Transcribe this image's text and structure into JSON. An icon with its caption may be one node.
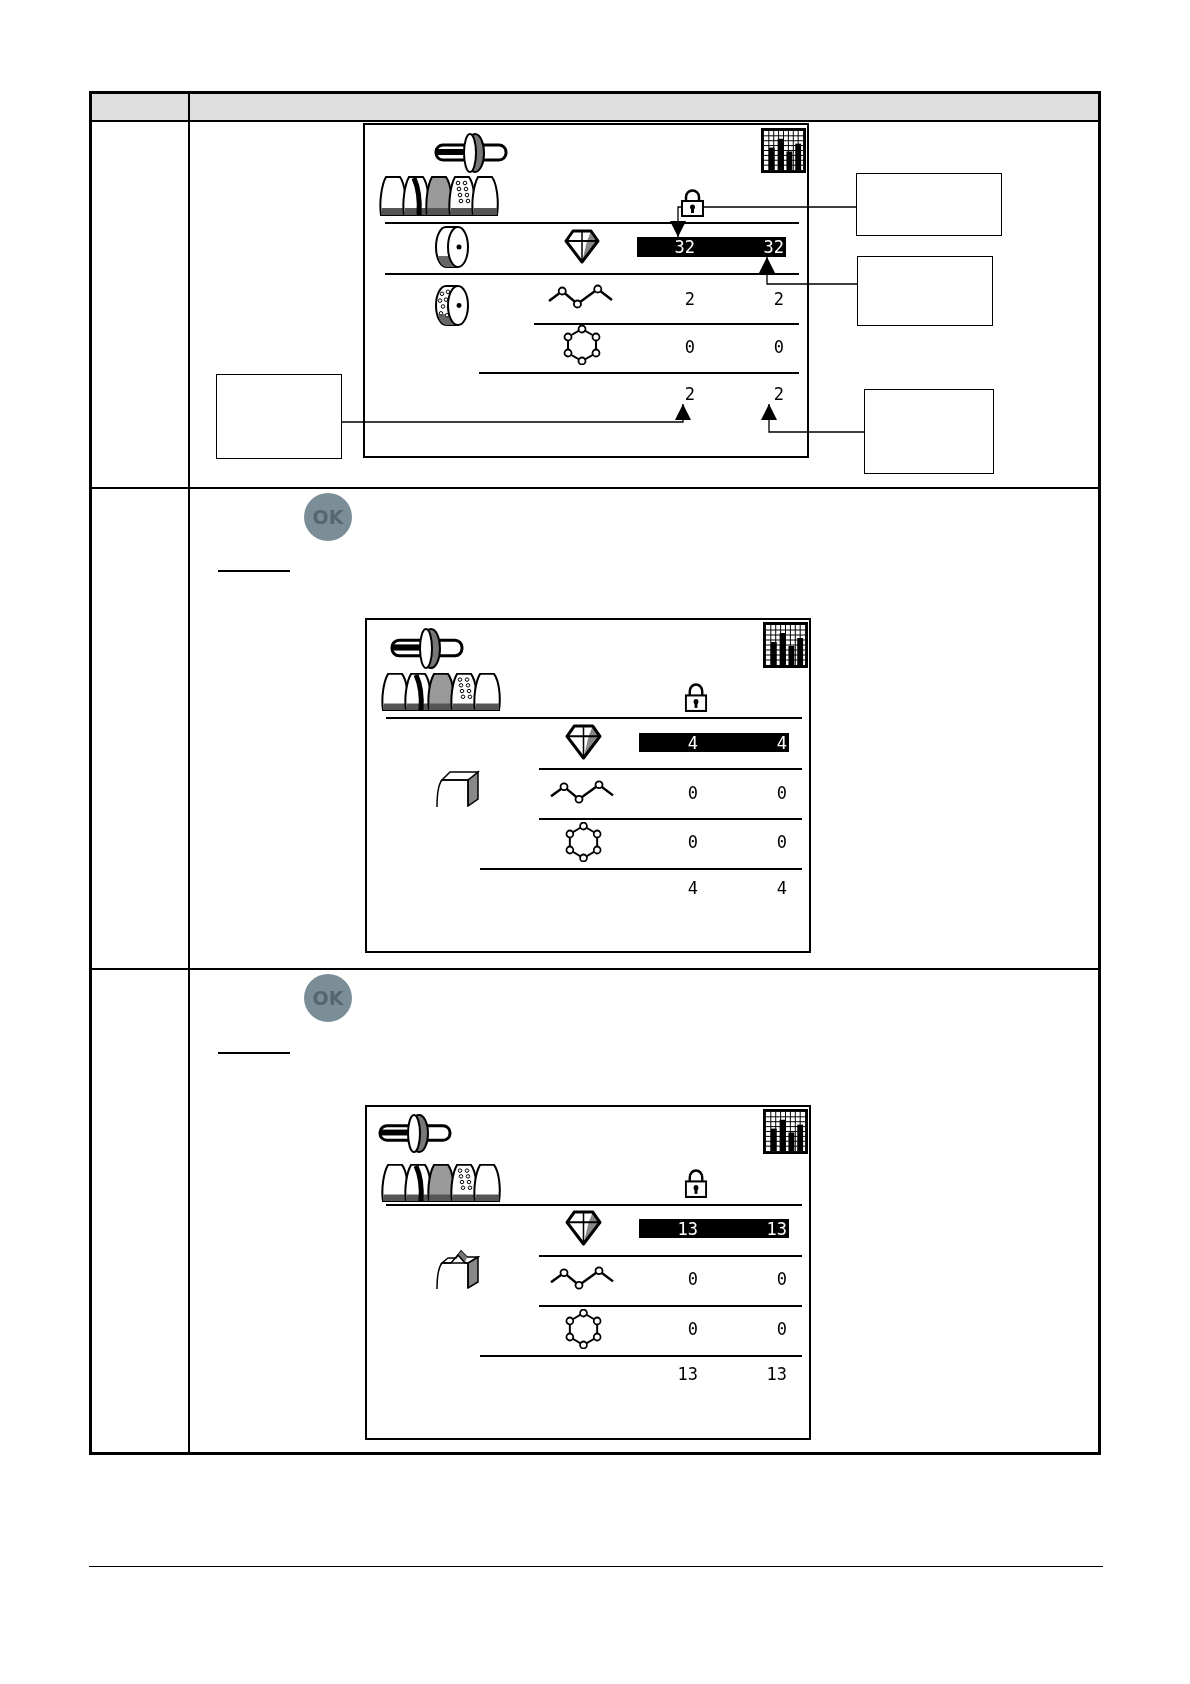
{
  "diagram": {
    "nodes": [
      {
        "text": [
          "2",
          "2",
          "0",
          "0"
        ]
      },
      {
        "text": [
          "32",
          "32"
        ],
        "in": 0
      },
      {
        "text": [
          "2"
        ],
        "in": 0
      },
      {
        "text": [
          "2"
        ],
        "in": 0
      },
      {
        "text": [],
        "shape": "box"
      },
      {
        "text": [],
        "shape": "box"
      },
      {
        "text": [],
        "shape": "box"
      },
      {
        "text": [],
        "shape": "box"
      },
      {
        "text": [
          "OK"
        ]
      },
      {
        "text": [
          "0",
          "0",
          "0",
          "0",
          "4",
          "4"
        ]
      },
      {
        "text": [
          "4",
          "4"
        ],
        "in": 9
      },
      {
        "text": [
          "OK"
        ]
      },
      {
        "text": [
          "0",
          "0",
          "0",
          "0",
          "13",
          "13"
        ]
      },
      {
        "text": [
          "13",
          "13"
        ],
        "in": 12
      }
    ],
    "edges": [
      {
        "from": 4,
        "to": 1,
        "arrow": "to"
      },
      {
        "from": 5,
        "to": 1,
        "arrow": "to"
      },
      {
        "from": 6,
        "to": 2,
        "arrow": "to"
      },
      {
        "from": 7,
        "to": 3,
        "arrow": "to"
      }
    ]
  }
}
